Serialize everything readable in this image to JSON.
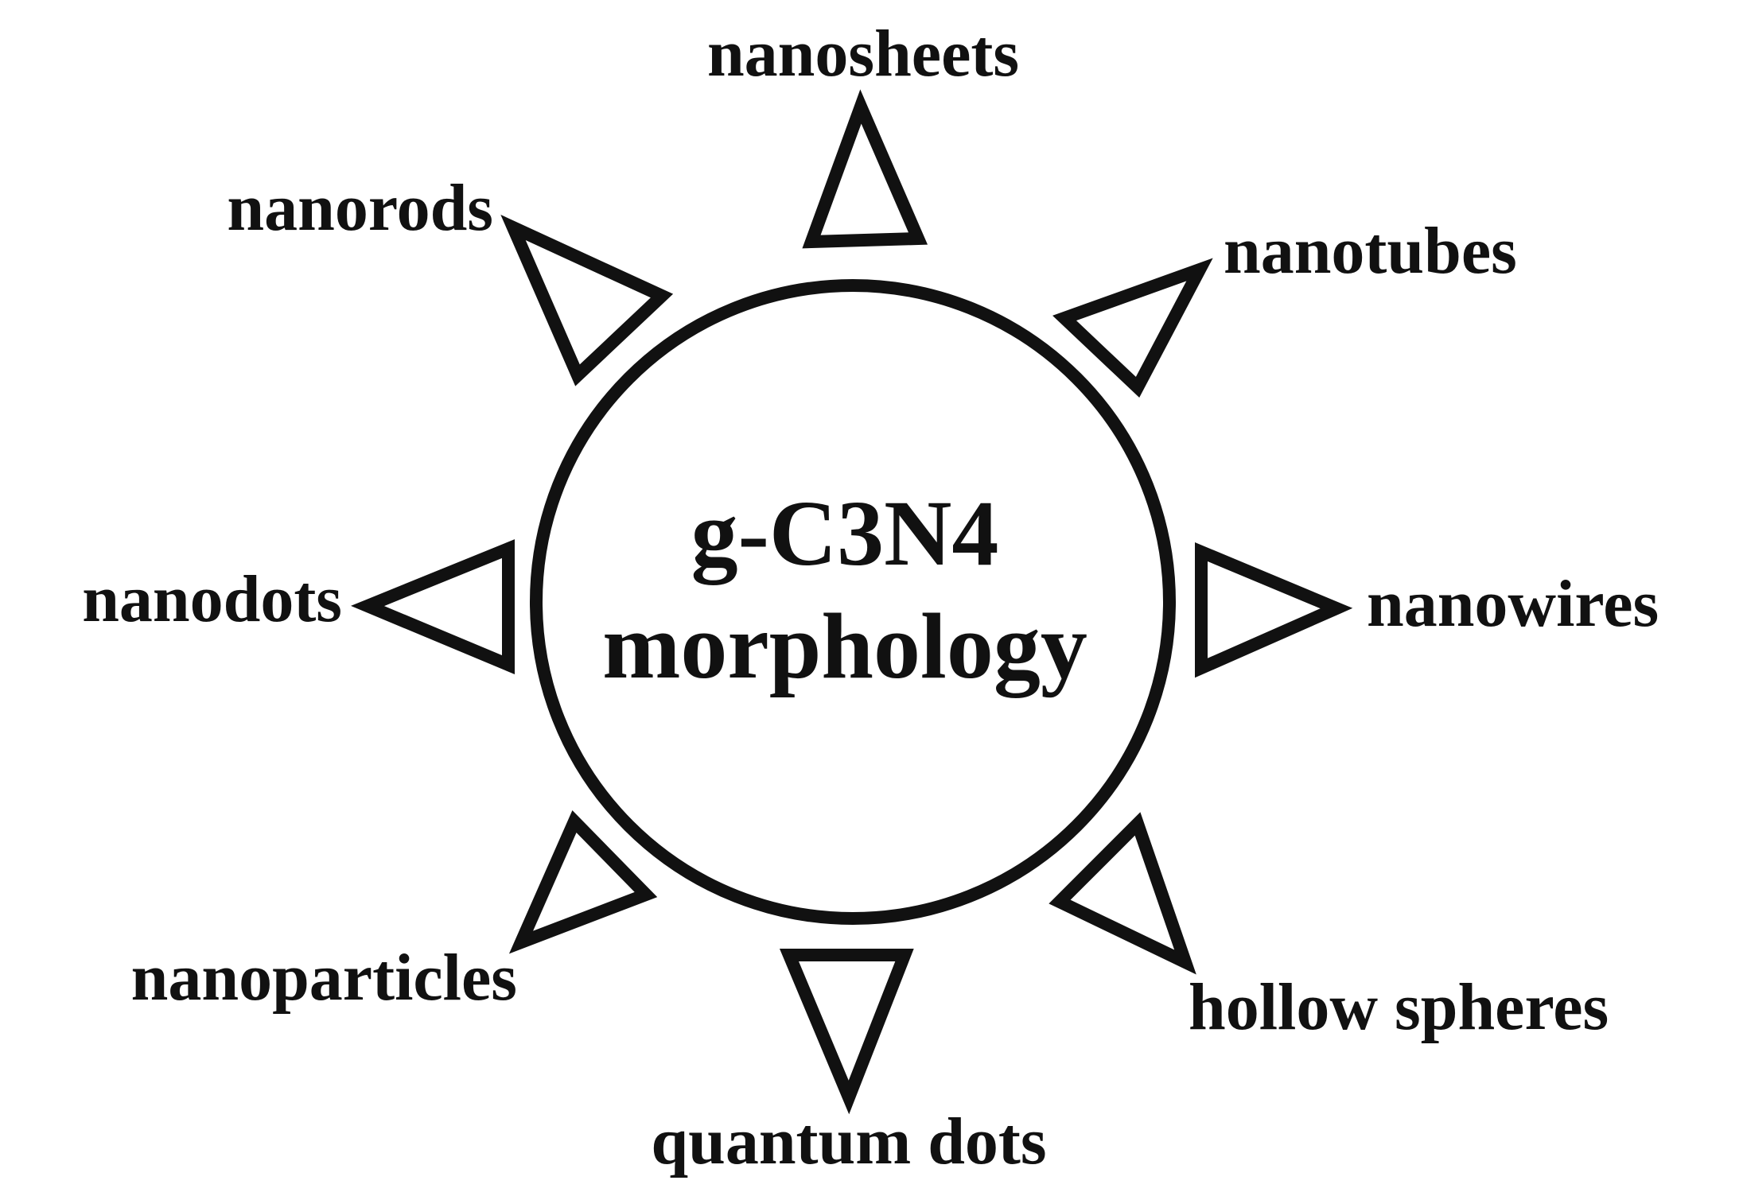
{
  "center": {
    "line1": "g-C3N4",
    "line2": "morphology"
  },
  "branches": [
    {
      "id": "nanosheets",
      "label": "nanosheets"
    },
    {
      "id": "nanotubes",
      "label": "nanotubes"
    },
    {
      "id": "nanowires",
      "label": "nanowires"
    },
    {
      "id": "hollow-spheres",
      "label": "hollow spheres"
    },
    {
      "id": "quantum-dots",
      "label": "quantum dots"
    },
    {
      "id": "nanoparticles",
      "label": "nanoparticles"
    },
    {
      "id": "nanodots",
      "label": "nanodots"
    },
    {
      "id": "nanorods",
      "label": "nanorods"
    }
  ],
  "colors": {
    "stroke": "#111111",
    "background": "#ffffff"
  }
}
